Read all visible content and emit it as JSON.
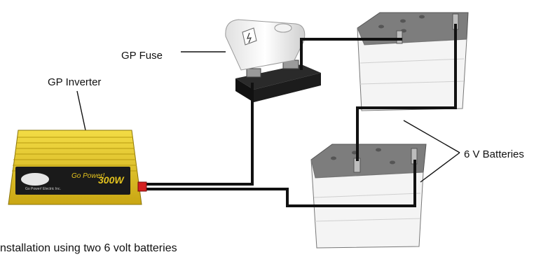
{
  "labels": {
    "inverter": "GP Inverter",
    "fuse": "GP Fuse",
    "batteries": "6 V Batteries"
  },
  "inverter_face": {
    "brand": "Go Power!",
    "company": "Go Power! Electric Inc.",
    "rating": "300W"
  },
  "caption": "nstallation using two 6 volt batteries",
  "colors": {
    "inverter_body": "#e3c21e",
    "inverter_panel": "#1a1a1a",
    "wire": "#111111",
    "terminal_red": "#d42020",
    "battery_top": "#7d7d7d",
    "battery_body": "#f4f4f4",
    "fuse_base": "#222222"
  }
}
